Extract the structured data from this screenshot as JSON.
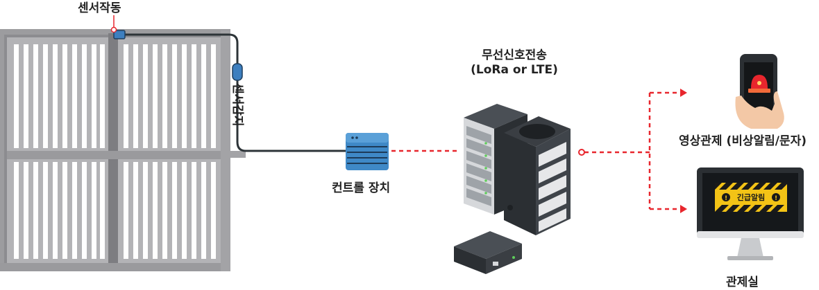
{
  "labels": {
    "sensor_activation": "센서작동",
    "sensor_detection": "센서감지",
    "wireless_title": "무선신호전송",
    "wireless_protocol": "(LoRa or LTE)",
    "control_device": "컨트롤 장치",
    "video_monitoring": "영상관제 (비상알림/문자)",
    "control_room": "관제실",
    "emergency_alert": "긴급알림"
  },
  "colors": {
    "gate": "#a9a9ab",
    "gate_frame": "#8e8e91",
    "cable": "#2d3438",
    "sensor_blue": "#3d7fbf",
    "device_blue": "#3f89c7",
    "signal_red": "#e8262d",
    "server_dark": "#2b2f33",
    "alert_yellow": "#f3c316"
  }
}
